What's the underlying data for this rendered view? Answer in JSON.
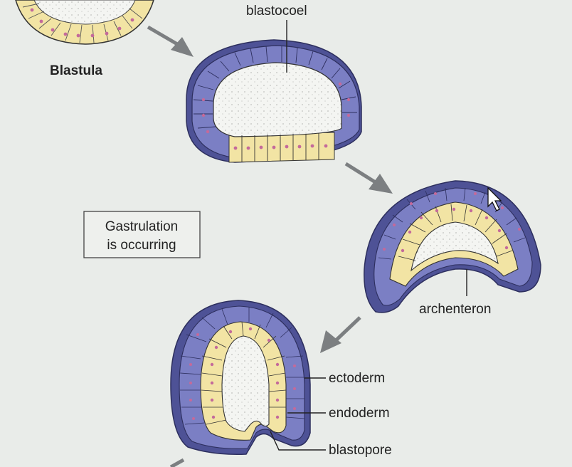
{
  "labels": {
    "blastocoel": "blastocoel",
    "blastula": "Blastula",
    "gastrulation_line1": "Gastrulation",
    "gastrulation_line2": "is occurring",
    "archenteron": "archenteron",
    "ectoderm": "ectoderm",
    "endoderm": "endoderm",
    "blastopore": "blastopore"
  },
  "colors": {
    "background": "#e9ece9",
    "ectoderm_cells": "#7b7fc4",
    "ectoderm_dark": "#4e5296",
    "endoderm_cells": "#f2e4a4",
    "endoderm_dark": "#c9b56a",
    "nucleus": "#c46a9a",
    "cavity": "#f3f4f1",
    "arrow": "#7c7f81"
  },
  "icons": [
    "arrow-icon",
    "mouse-cursor-icon"
  ]
}
